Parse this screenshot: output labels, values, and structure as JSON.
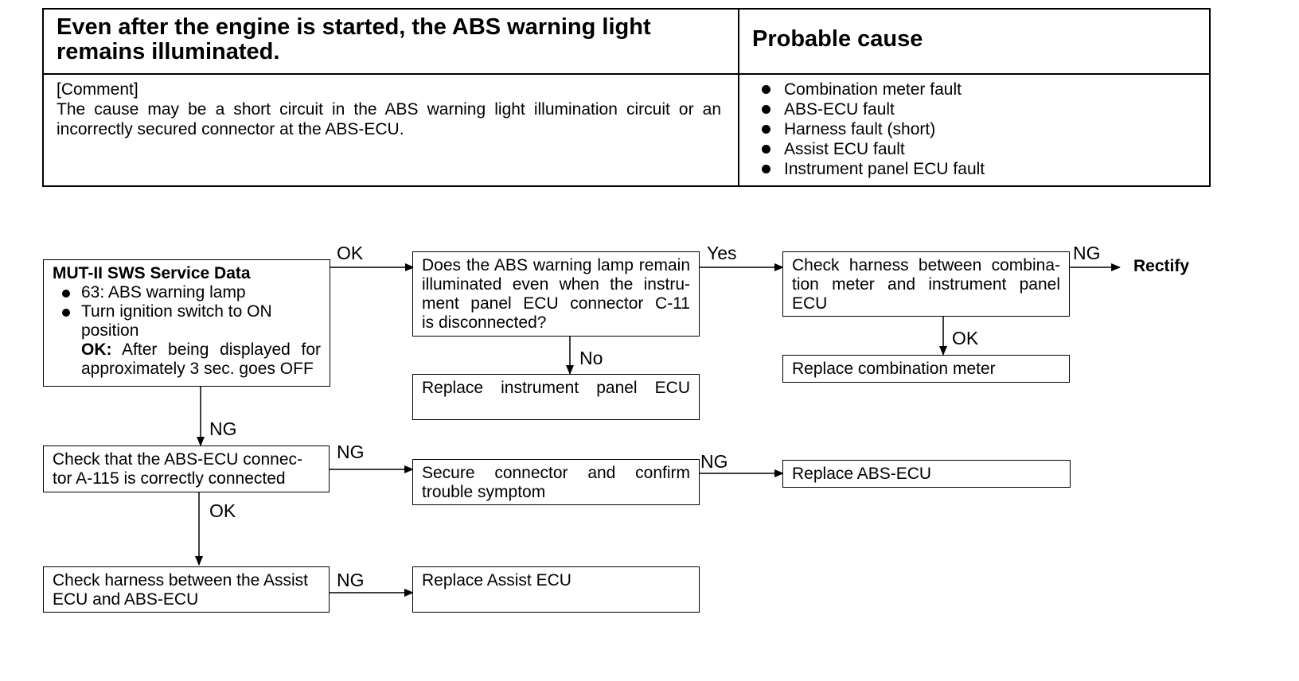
{
  "table": {
    "symptom": "Even after the engine is started, the ABS warning light remains illuminated.",
    "probable_cause_header": "Probable cause",
    "comment_tag": "[Comment]",
    "comment_line1": "The cause may be a short circuit in the ABS warning light illumination circuit or an",
    "comment_line2": "incorrectly secured connector at the ABS-ECU.",
    "causes": [
      "Combination meter fault",
      "ABS-ECU fault",
      "Harness fault (short)",
      "Assist ECU fault",
      "Instrument panel ECU fault"
    ]
  },
  "flow": {
    "mut": {
      "title": "MUT-II SWS Service Data",
      "item1": "63: ABS warning lamp",
      "item2_l1": "Turn ignition switch to ON",
      "item2_l2": "position",
      "ok_label": "OK:",
      "ok_l1_rest": "After being displayed for",
      "ok_l2": "approximately 3 sec. goes OFF"
    },
    "question": {
      "l1": "Does the ABS warning lamp remain",
      "l2": "illuminated even when the instru-",
      "l3": "ment panel ECU connector C-11",
      "l4": "is disconnected?"
    },
    "replace_ipecu": "Replace instrument panel ECU",
    "check_harness_combo": {
      "l1": "Check harness between combina-",
      "l2": "tion meter and instrument panel",
      "l3": "ECU"
    },
    "replace_combo": "Replace combination meter",
    "rectify": "Rectify",
    "check_connector": {
      "l1": "Check that the ABS-ECU connec-",
      "l2": "tor A-115 is correctly connected"
    },
    "secure_connector": {
      "l1": "Secure connector and confirm",
      "l2": "trouble symptom"
    },
    "replace_absecu": "Replace ABS-ECU",
    "check_harness_assist": {
      "l1": "Check harness between the Assist",
      "l2": "ECU and ABS-ECU"
    },
    "replace_assist": "Replace Assist ECU",
    "labels": {
      "ok_mut": "OK",
      "yes": "Yes",
      "ng_combo": "NG",
      "ok_combo": "OK",
      "no": "No",
      "ng_mut": "NG",
      "ng_connector": "NG",
      "ng_secure": "NG",
      "ok_connector": "OK",
      "ng_assist": "NG"
    }
  }
}
